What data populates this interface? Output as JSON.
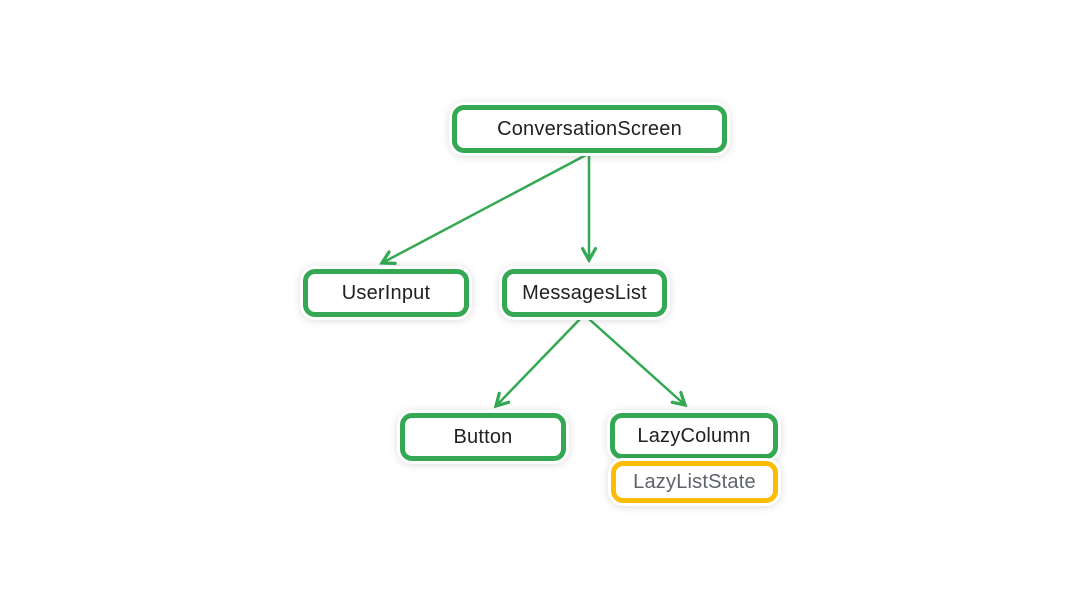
{
  "diagram": {
    "nodes": [
      {
        "id": "conversation-screen",
        "label": "ConversationScreen",
        "border_color": "#34a853",
        "text_color": "#202124"
      },
      {
        "id": "user-input",
        "label": "UserInput",
        "border_color": "#34a853",
        "text_color": "#202124"
      },
      {
        "id": "messages-list",
        "label": "MessagesList",
        "border_color": "#34a853",
        "text_color": "#202124"
      },
      {
        "id": "button",
        "label": "Button",
        "border_color": "#34a853",
        "text_color": "#202124"
      },
      {
        "id": "lazy-column",
        "label": "LazyColumn",
        "border_color": "#34a853",
        "text_color": "#202124"
      },
      {
        "id": "lazy-list-state",
        "label": "LazyListState",
        "border_color": "#fbbc04",
        "text_color": "#5f6368"
      }
    ],
    "edges": [
      {
        "from": "ConversationScreen",
        "to": "UserInput",
        "style": "arrow"
      },
      {
        "from": "ConversationScreen",
        "to": "MessagesList",
        "style": "arrow"
      },
      {
        "from": "MessagesList",
        "to": "Button",
        "style": "arrow"
      },
      {
        "from": "MessagesList",
        "to": "LazyColumn",
        "style": "arrow"
      }
    ],
    "attachments": [
      {
        "host": "LazyColumn",
        "attached": "LazyListState"
      }
    ],
    "colors": {
      "edge_green": "#34a853",
      "node_green": "#34a853",
      "state_yellow": "#fbbc04",
      "node_text": "#202124",
      "state_text": "#5f6368",
      "background": "#ffffff"
    }
  }
}
